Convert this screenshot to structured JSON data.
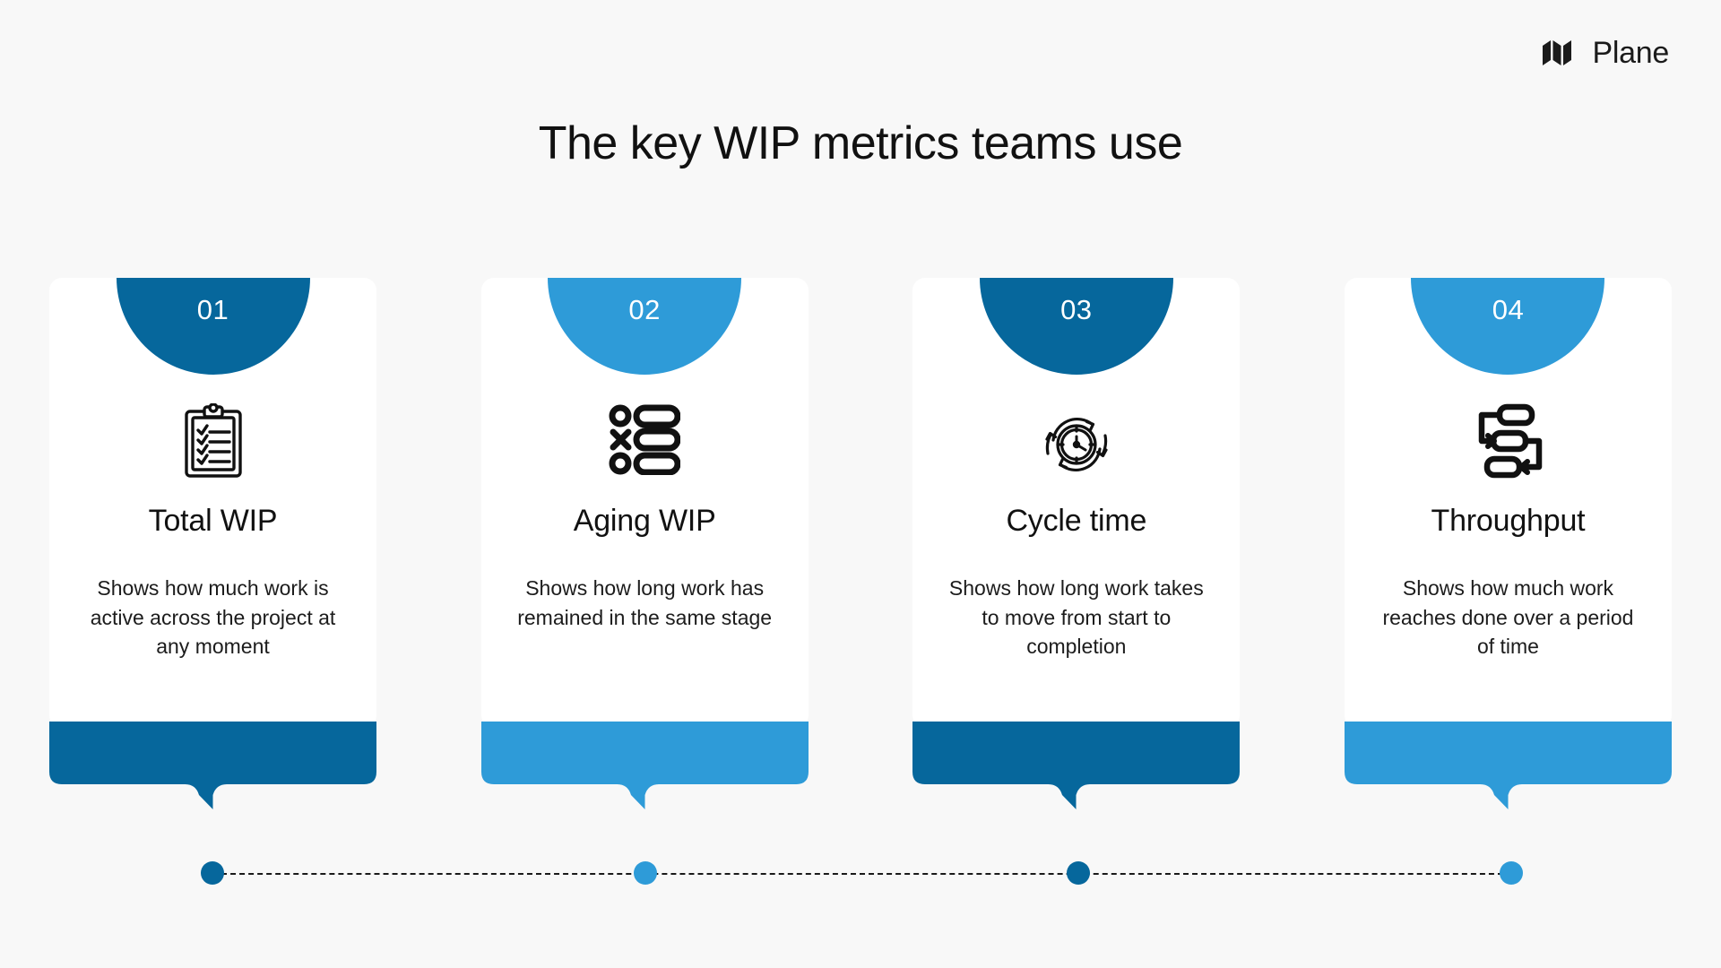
{
  "brand": {
    "name": "Plane",
    "logo_icon": "plane-logo-mark"
  },
  "headline": "The key WIP metrics teams use",
  "colors": {
    "background": "#f8f8f8",
    "card_surface": "#ffffff",
    "accent_dark_blue": "#06679c",
    "accent_light_blue": "#2e9bd8",
    "text_primary": "#111111",
    "badge_text": "#ffffff",
    "timeline_line": "#1a1a1a"
  },
  "cards": [
    {
      "number": "01",
      "title": "Total WIP",
      "description": "Shows how much work is active across the project at any moment",
      "color": "#06679c",
      "icon": "clipboard-checklist-icon"
    },
    {
      "number": "02",
      "title": "Aging WIP",
      "description": "Shows how long work has remained in the same stage",
      "color": "#2e9bd8",
      "icon": "task-list-status-icon"
    },
    {
      "number": "03",
      "title": "Cycle time",
      "description": "Shows how long work takes to move from start to completion",
      "color": "#06679c",
      "icon": "clock-cycle-arrows-icon"
    },
    {
      "number": "04",
      "title": "Throughput",
      "description": "Shows how much work reaches done over a period of time",
      "color": "#2e9bd8",
      "icon": "workflow-flowchart-icon"
    }
  ],
  "timeline": {
    "dots": [
      {
        "color": "#06679c"
      },
      {
        "color": "#2e9bd8"
      },
      {
        "color": "#06679c"
      },
      {
        "color": "#2e9bd8"
      }
    ],
    "line_style": "dashed"
  }
}
